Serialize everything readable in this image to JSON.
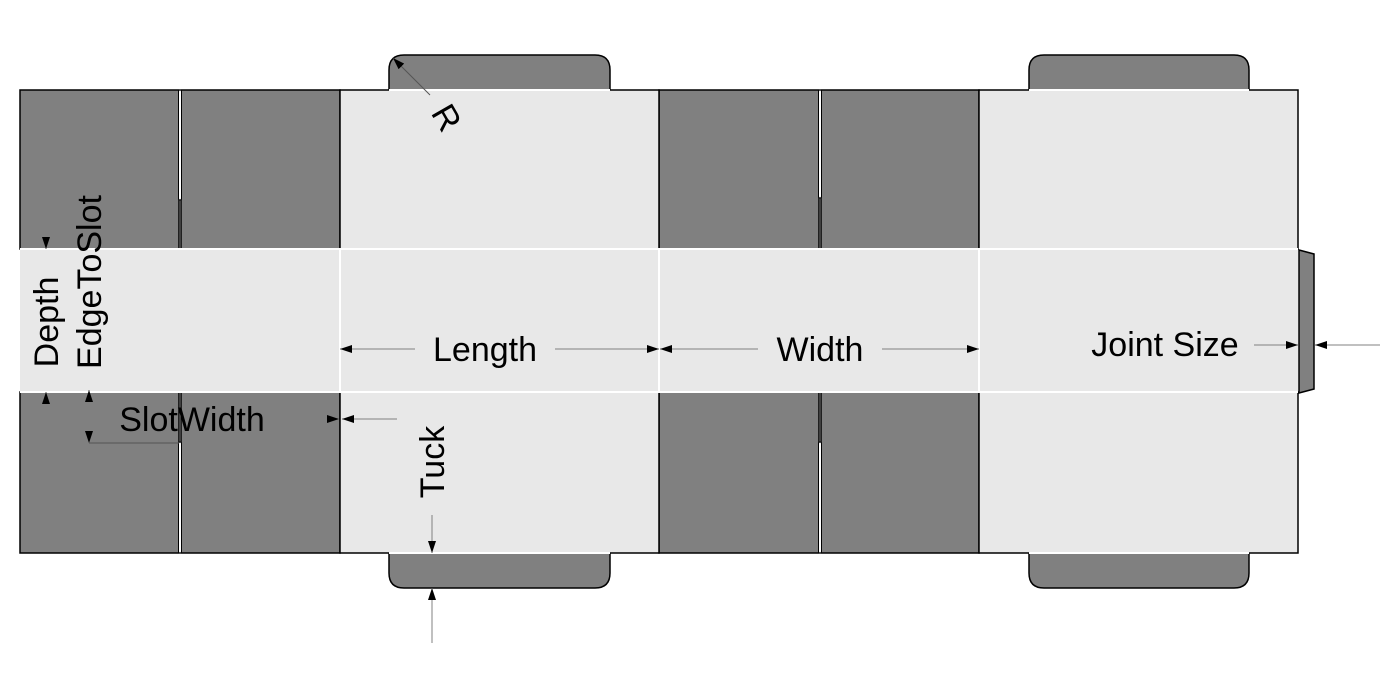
{
  "colors": {
    "flap_dark": "#808080",
    "panel_light": "#e8e8e8",
    "outline": "#000000",
    "fold_line": "#ffffff",
    "dimension_line": "#808080"
  },
  "labels": {
    "length": "Length",
    "width": "Width",
    "joint_size": "Joint Size",
    "depth": "Depth",
    "edge_to_slot": "EdgeToSlot",
    "slot_width": "SlotWidth",
    "tuck": "Tuck",
    "radius": "R"
  }
}
